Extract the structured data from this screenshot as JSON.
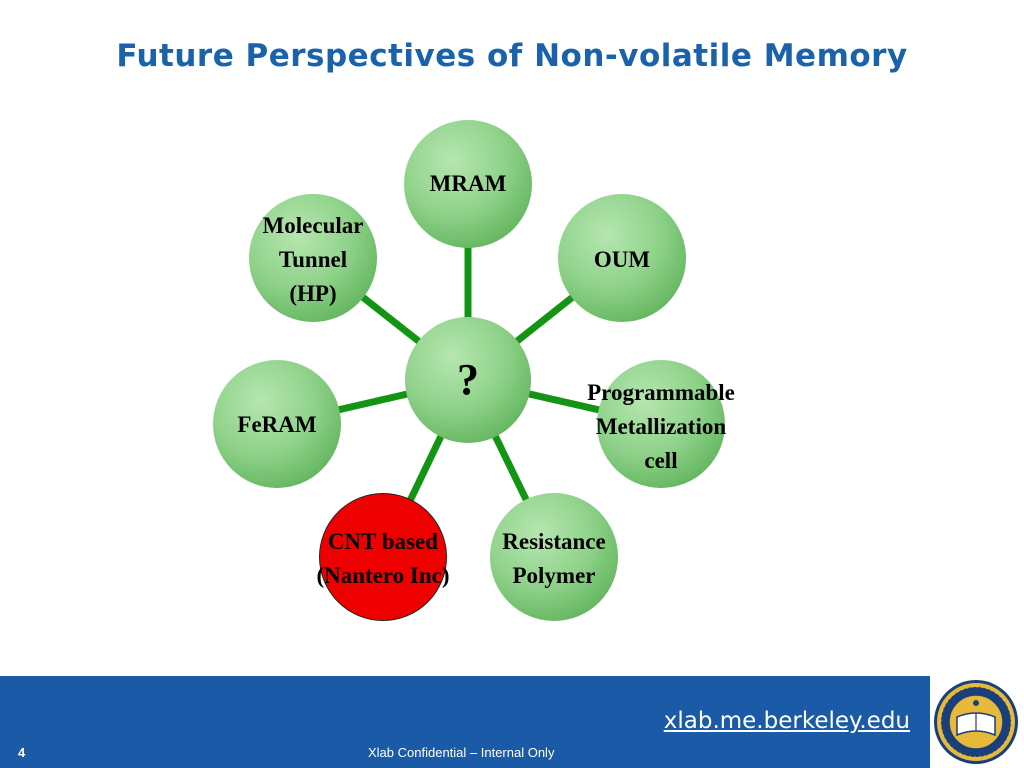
{
  "slide": {
    "title": "Future Perspectives of Non-volatile Memory",
    "center_label": "?",
    "nodes": [
      {
        "id": "mram",
        "lines": [
          "MRAM"
        ]
      },
      {
        "id": "oum",
        "lines": [
          "OUM"
        ]
      },
      {
        "id": "programmable-metallization",
        "lines": [
          "Programmable",
          "Metallization",
          "cell"
        ]
      },
      {
        "id": "resistance-polymer",
        "lines": [
          "Resistance",
          "Polymer"
        ]
      },
      {
        "id": "cnt-based",
        "lines": [
          "CNT based",
          "(Nantero Inc)"
        ]
      },
      {
        "id": "feram",
        "lines": [
          "FeRAM"
        ]
      },
      {
        "id": "molecular-tunnel",
        "lines": [
          "Molecular",
          "Tunnel",
          "(HP)"
        ]
      }
    ]
  },
  "footer": {
    "url": "xlab.me.berkeley.edu",
    "page_number": "4",
    "confidential": "Xlab Confidential – Internal Only"
  },
  "colors": {
    "title": "#1a63ab",
    "footer": "#1a5aa6",
    "connector": "#149414",
    "node_green": "#8fd28a",
    "node_red": "#ee0000"
  },
  "icons": {
    "seal": "university-seal-icon"
  }
}
